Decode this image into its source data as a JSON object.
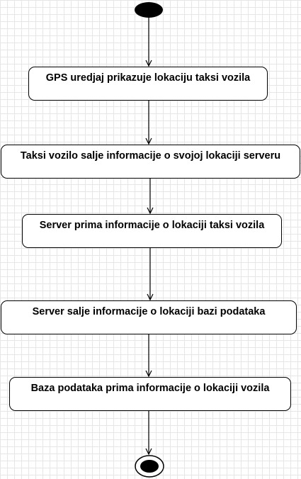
{
  "diagram": {
    "activities": [
      "GPS uredjaj prikazuje lokaciju taksi vozila",
      "Taksi vozilo salje informacije o svojoj lokaciji serveru",
      "Server prima informacije o lokaciji taksi vozila",
      "Server salje informacije o lokaciji bazi podataka",
      "Baza podataka prima informacije o lokaciji vozila"
    ]
  }
}
